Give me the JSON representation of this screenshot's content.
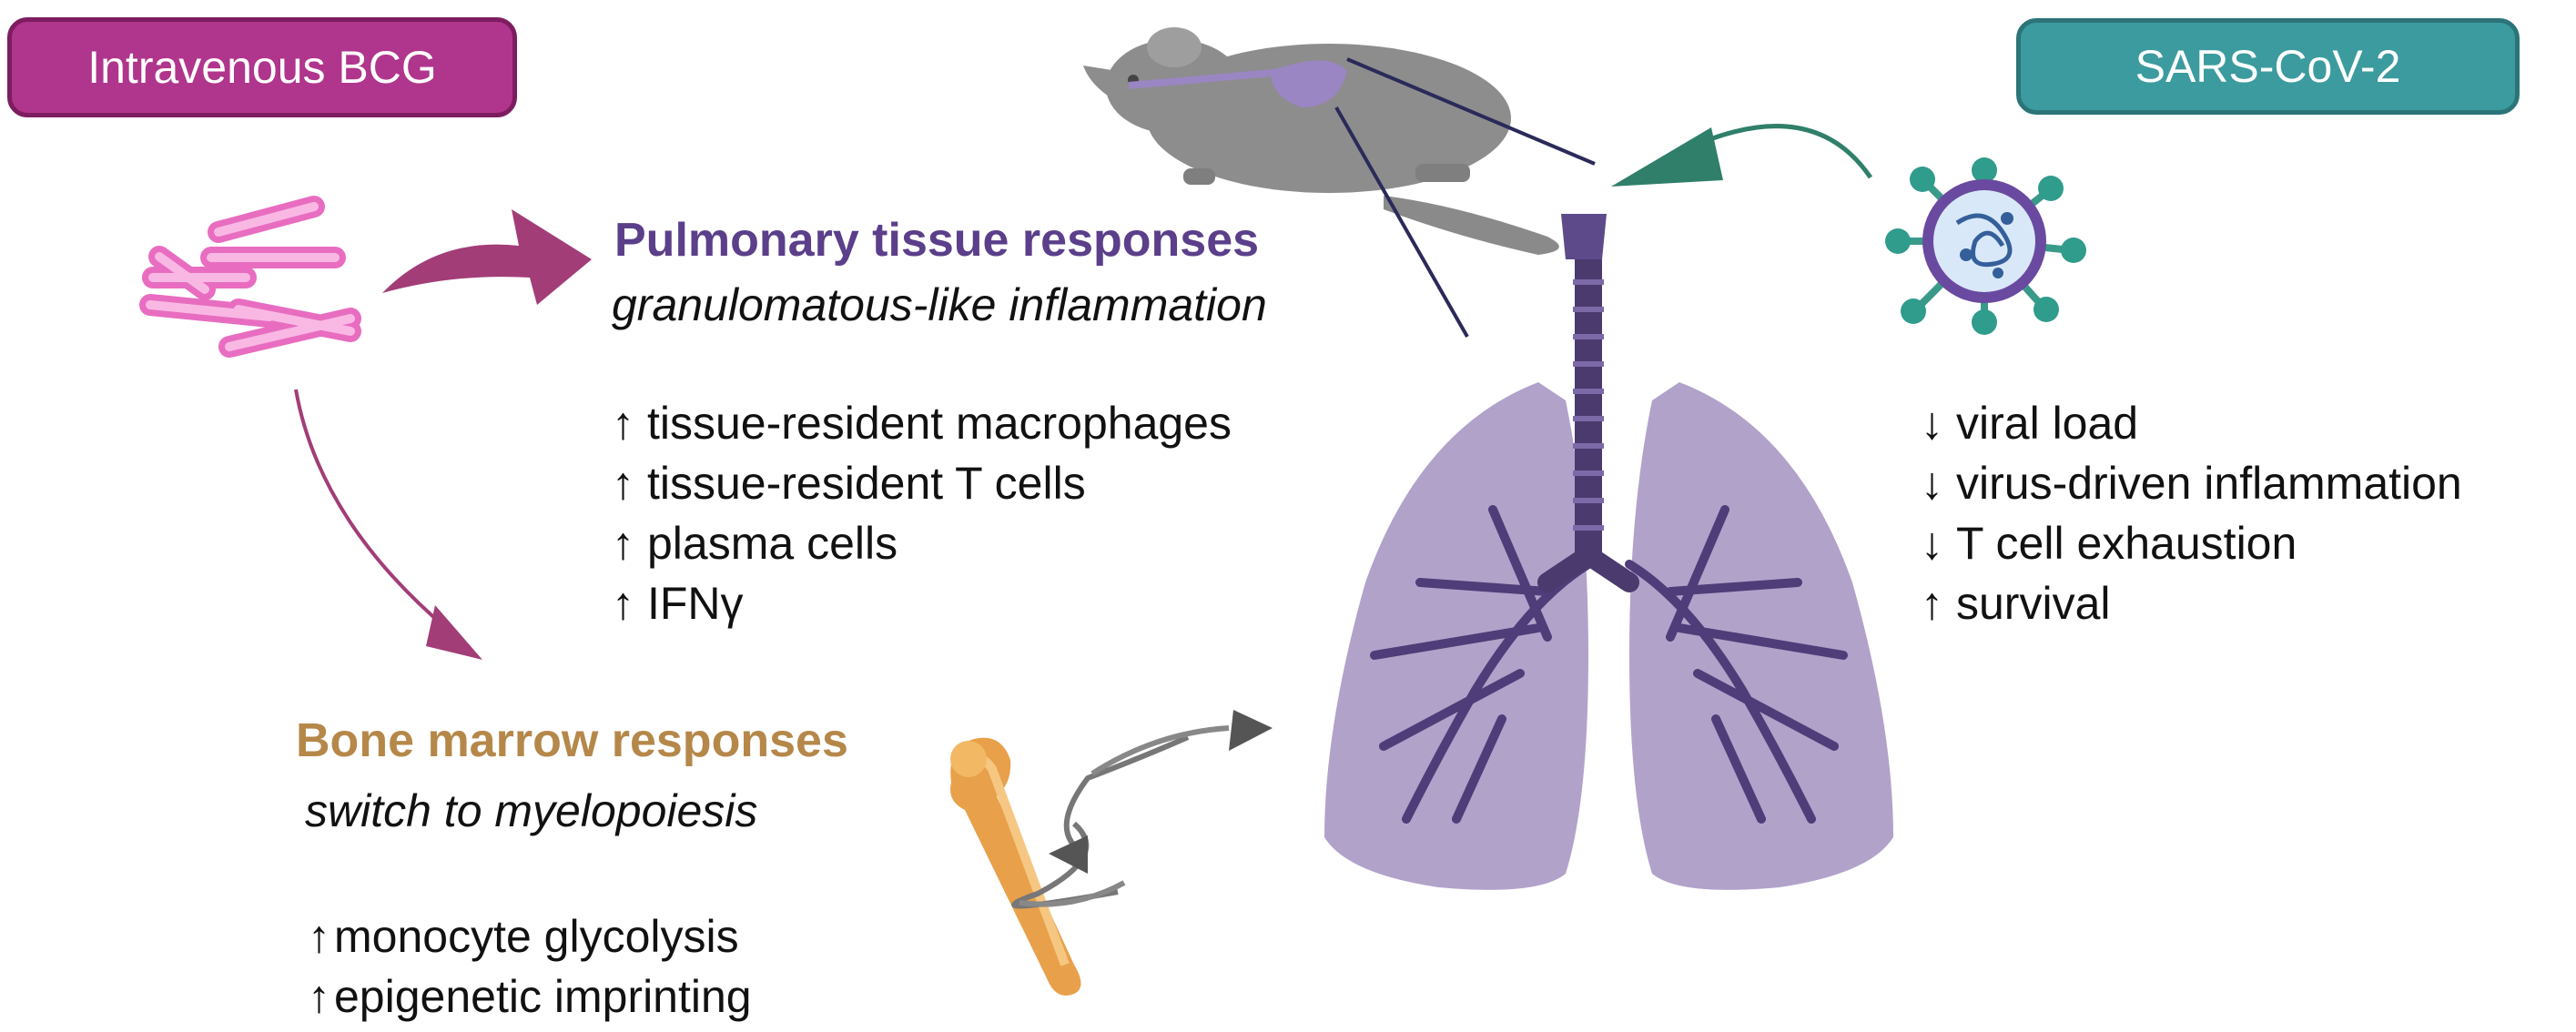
{
  "labels": {
    "bcg": "Intravenous BCG",
    "sars": "SARS-CoV-2"
  },
  "pulmonary": {
    "title": "Pulmonary tissue responses",
    "subtitle": "granulomatous-like inflammation",
    "items": [
      {
        "arrow": "↑",
        "text": "tissue-resident macrophages"
      },
      {
        "arrow": "↑",
        "text": "tissue-resident T cells"
      },
      {
        "arrow": "↑",
        "text": "plasma cells"
      },
      {
        "arrow": "↑",
        "text": "IFNγ"
      }
    ]
  },
  "bone_marrow": {
    "title": "Bone marrow responses",
    "subtitle": "switch to myelopoiesis",
    "items": [
      {
        "arrow": "↑",
        "text": "monocyte glycolysis"
      },
      {
        "arrow": "↑",
        "text": "epigenetic imprinting"
      }
    ]
  },
  "sars_effects": {
    "items": [
      {
        "arrow": "↓",
        "text": "viral load"
      },
      {
        "arrow": "↓",
        "text": "virus-driven inflammation"
      },
      {
        "arrow": "↓",
        "text": "T cell exhaustion"
      },
      {
        "arrow": "↑",
        "text": "survival"
      }
    ]
  },
  "colors": {
    "bcg": "#b0358c",
    "sars": "#3c9b9e",
    "pulmonary": "#5b3f8a",
    "bone": "#b5884a",
    "lung": "#8f7fb0",
    "airway": "#4a3a6e",
    "bacteria": "#f08fd0"
  },
  "icons": [
    "bcg-bacteria-icon",
    "mouse-icon",
    "lungs-icon",
    "trachea-icon",
    "virus-icon",
    "femur-bone-icon",
    "cycle-arrows-icon"
  ]
}
